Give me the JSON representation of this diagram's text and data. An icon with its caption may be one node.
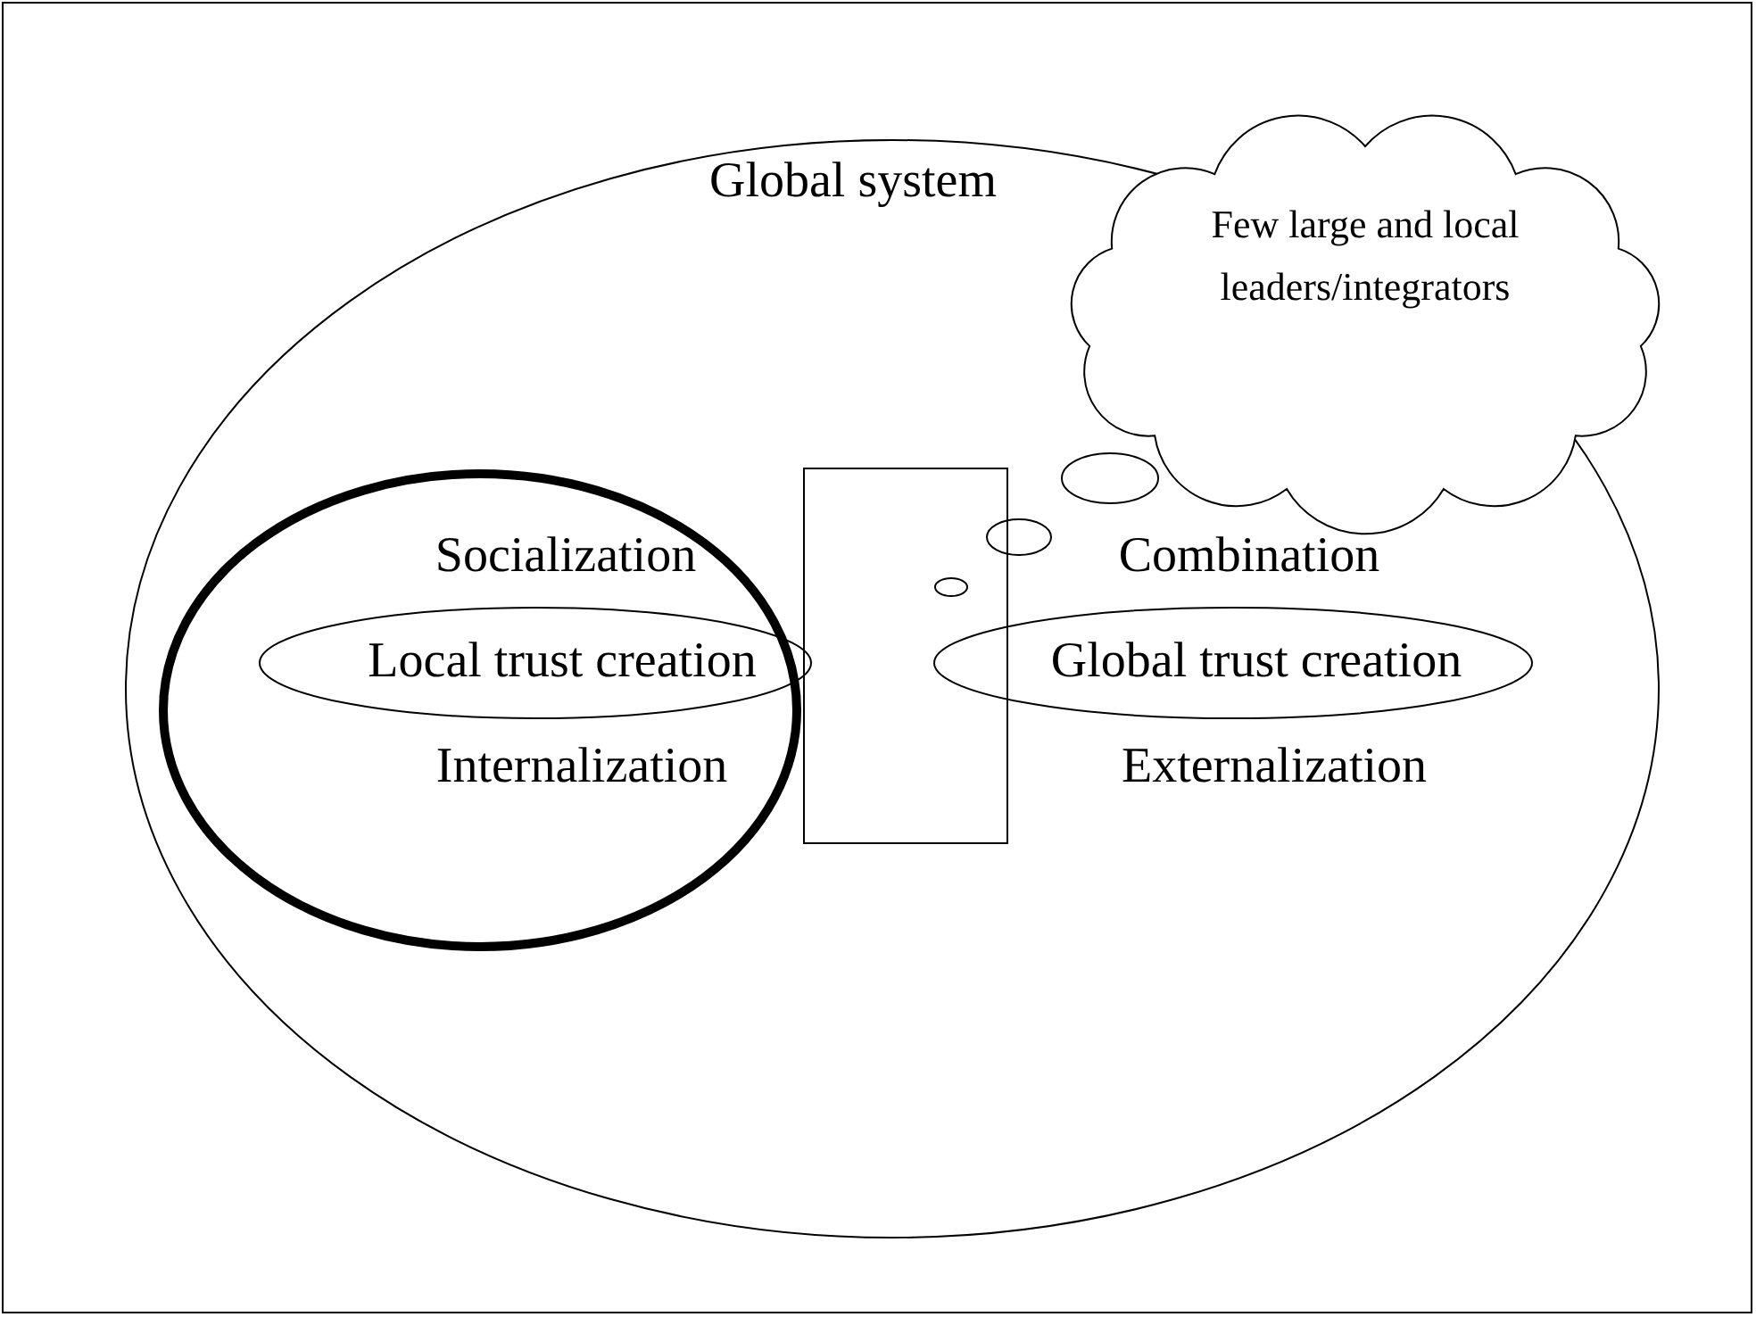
{
  "diagram": {
    "nodes": [
      {
        "text": [
          "Global system"
        ]
      },
      {
        "text": [
          "Few large and local leaders/integrators"
        ]
      },
      {
        "text": [],
        "shape": "circle",
        "in": 0
      },
      {
        "text": [],
        "shape": "box",
        "in": 0
      },
      {
        "text": [
          "Local trust creation"
        ],
        "in": 2
      },
      {
        "text": [
          "Global trust creation"
        ],
        "in": 0
      }
    ],
    "labels": [
      "Socialization",
      "Internalization",
      "Combination",
      "Externalization"
    ]
  }
}
